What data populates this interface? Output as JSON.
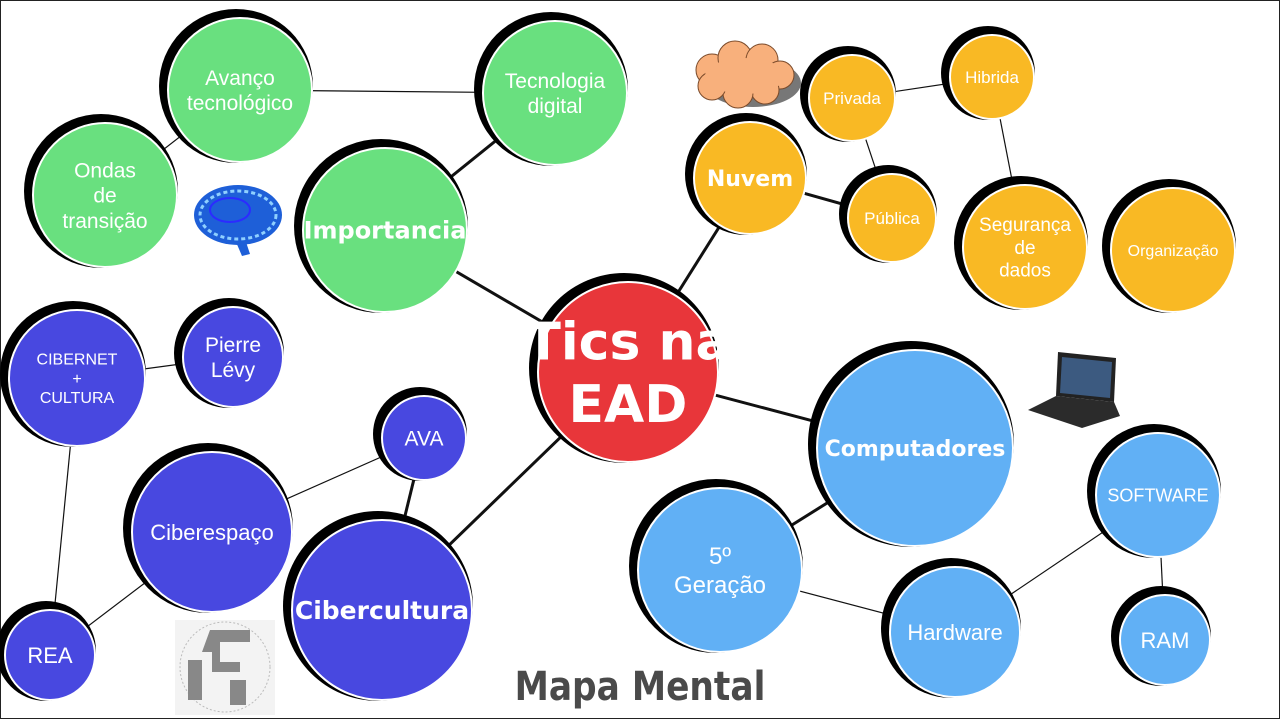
{
  "title": "Mapa Mental",
  "colors": {
    "center": "#e8363a",
    "green": "#69e07f",
    "orange": "#f9b924",
    "lightblue": "#61b0f5",
    "blue": "#4848e0",
    "border": "#000000"
  },
  "nodes": [
    {
      "id": "tics-na-ead",
      "lines": [
        "Tics na",
        "EAD"
      ],
      "color": "center",
      "bold": true
    },
    {
      "id": "importancia",
      "lines": [
        "Importancia"
      ],
      "color": "green",
      "bold": true
    },
    {
      "id": "avanco-tecnologico",
      "lines": [
        "Avanço",
        "tecnológico"
      ],
      "color": "green"
    },
    {
      "id": "tecnologia-digital",
      "lines": [
        "Tecnologia",
        "digital"
      ],
      "color": "green"
    },
    {
      "id": "ondas-de-transicao",
      "lines": [
        "Ondas",
        "de",
        "transição"
      ],
      "color": "green"
    },
    {
      "id": "nuvem",
      "lines": [
        "Nuvem"
      ],
      "color": "orange",
      "bold": true
    },
    {
      "id": "privada",
      "lines": [
        "Privada"
      ],
      "color": "orange"
    },
    {
      "id": "hibrida",
      "lines": [
        "Hibrida"
      ],
      "color": "orange"
    },
    {
      "id": "publica",
      "lines": [
        "Pública"
      ],
      "color": "orange"
    },
    {
      "id": "seguranca-de-dados",
      "lines": [
        "Segurança",
        "de",
        "dados"
      ],
      "color": "orange"
    },
    {
      "id": "organizacao",
      "lines": [
        "Organização"
      ],
      "color": "orange"
    },
    {
      "id": "computadores",
      "lines": [
        "Computadores"
      ],
      "color": "lightblue",
      "bold": true
    },
    {
      "id": "quinta-geracao",
      "lines": [
        "5º",
        "Geração"
      ],
      "color": "lightblue"
    },
    {
      "id": "hardware",
      "lines": [
        "Hardware"
      ],
      "color": "lightblue"
    },
    {
      "id": "software",
      "lines": [
        "SOFTWARE"
      ],
      "color": "lightblue"
    },
    {
      "id": "ram",
      "lines": [
        "RAM"
      ],
      "color": "lightblue"
    },
    {
      "id": "cibercultura",
      "lines": [
        "Cibercultura"
      ],
      "color": "blue",
      "bold": true
    },
    {
      "id": "ciberespaco",
      "lines": [
        "Ciberespaço"
      ],
      "color": "blue"
    },
    {
      "id": "ava",
      "lines": [
        "AVA"
      ],
      "color": "blue"
    },
    {
      "id": "cibernet-cultura",
      "lines": [
        "CIBERNET",
        "+",
        "CULTURA"
      ],
      "color": "blue"
    },
    {
      "id": "pierre-levy",
      "lines": [
        "Pierre",
        "Lévy"
      ],
      "color": "blue"
    },
    {
      "id": "rea",
      "lines": [
        "REA"
      ],
      "color": "blue"
    }
  ],
  "edges": [
    [
      "tics-na-ead",
      "importancia"
    ],
    [
      "tics-na-ead",
      "nuvem"
    ],
    [
      "tics-na-ead",
      "computadores"
    ],
    [
      "tics-na-ead",
      "cibercultura"
    ],
    [
      "importancia",
      "tecnologia-digital"
    ],
    [
      "avanco-tecnologico",
      "tecnologia-digital"
    ],
    [
      "avanco-tecnologico",
      "ondas-de-transicao"
    ],
    [
      "nuvem",
      "publica"
    ],
    [
      "publica",
      "privada"
    ],
    [
      "privada",
      "hibrida"
    ],
    [
      "hibrida",
      "seguranca-de-dados"
    ],
    [
      "computadores",
      "quinta-geracao"
    ],
    [
      "quinta-geracao",
      "hardware"
    ],
    [
      "hardware",
      "software"
    ],
    [
      "software",
      "ram"
    ],
    [
      "cibercultura",
      "ava"
    ],
    [
      "ava",
      "ciberespaco"
    ],
    [
      "ciberespaco",
      "rea"
    ],
    [
      "rea",
      "cibernet-cultura"
    ],
    [
      "cibernet-cultura",
      "pierre-levy"
    ]
  ],
  "images": [
    "cloud-icon",
    "brain-icon",
    "laptop-icon",
    "globe-icon"
  ]
}
